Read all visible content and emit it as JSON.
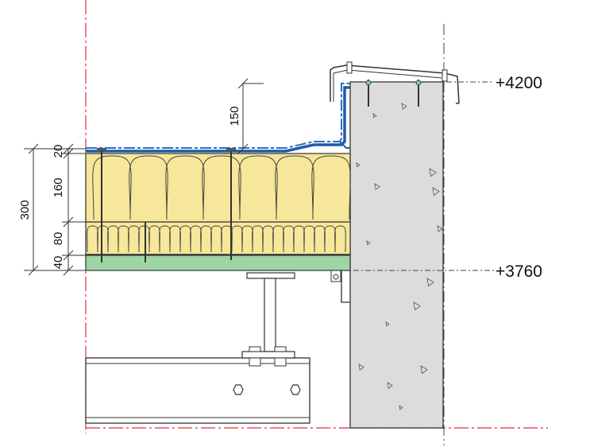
{
  "dimensions": {
    "total": "300",
    "layer_top": "20",
    "layer_upper": "160",
    "layer_lower": "80",
    "layer_bottom": "40",
    "upstand": "150"
  },
  "levels": {
    "upper": "+4200",
    "lower": "+3760"
  },
  "colors": {
    "insulation": "#f6e79a",
    "deck": "#9fd4a4",
    "membrane": "#1f5aa6",
    "concrete": "#dcdcdc",
    "centerline": "#e0303a"
  }
}
